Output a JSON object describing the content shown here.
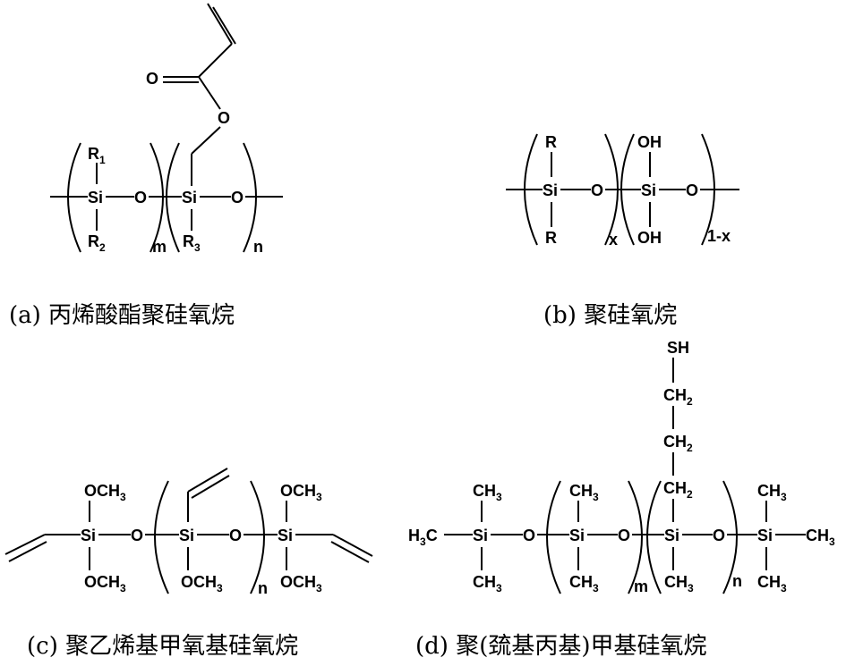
{
  "captions": {
    "a": "(a) 丙烯酸酯聚硅氧烷",
    "b": "(b) 聚硅氧烷",
    "c": "(c) 聚乙烯基甲氧基硅氧烷",
    "d": "(d) 聚(巯基丙基)甲基硅氧烷"
  },
  "structure_a": {
    "carbonyl_o": "O",
    "ester_o": "O",
    "si1": "Si",
    "si2": "Si",
    "o1": "O",
    "o2": "O",
    "r": "R",
    "r1_sub": "1",
    "r2_sub": "2",
    "r3_sub": "3",
    "m": "m",
    "n": "n"
  },
  "structure_b": {
    "r_top": "R",
    "r_bottom": "R",
    "si1": "Si",
    "si2": "Si",
    "o1": "O",
    "o2": "O",
    "oh_top": "OH",
    "oh_bottom": "OH",
    "x": "x",
    "one_minus_x": "1-x"
  },
  "structure_c": {
    "och3": "OCH",
    "sub3": "3",
    "si": "Si",
    "o": "O",
    "n": "n"
  },
  "structure_d": {
    "sh": "SH",
    "ch2": "CH",
    "sub2": "2",
    "ch3": "CH",
    "sub3": "3",
    "h3c": "H",
    "h3c_c": "C",
    "si": "Si",
    "o": "O",
    "m": "m",
    "n": "n"
  }
}
